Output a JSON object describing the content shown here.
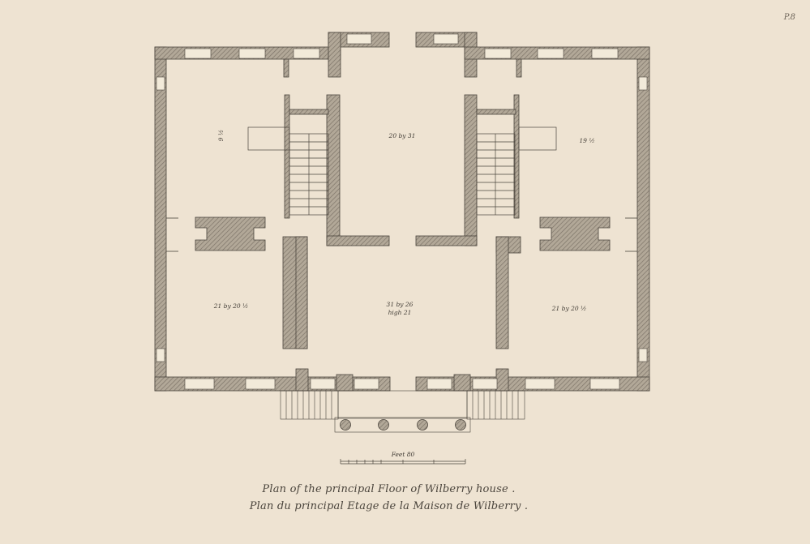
{
  "plate": {
    "number": "P.8"
  },
  "rooms": {
    "north_hall": "20 by 31",
    "north_east": "19 ½",
    "north_west": "9 ½",
    "south_west": "21 by 20 ½",
    "saloon_line1": "31 by 26",
    "saloon_line2": "high 21",
    "south_east": "21 by 20 ½"
  },
  "scale": {
    "label": "Feet 80"
  },
  "captions": {
    "english": "Plan of the principal Floor of Wilberry house .",
    "french": "Plan du principal Etage de la Maison de Wilberry ."
  },
  "colors": {
    "paper": "#eee3d2",
    "wall_fill": "#a89e90",
    "ink": "#4a443c"
  }
}
